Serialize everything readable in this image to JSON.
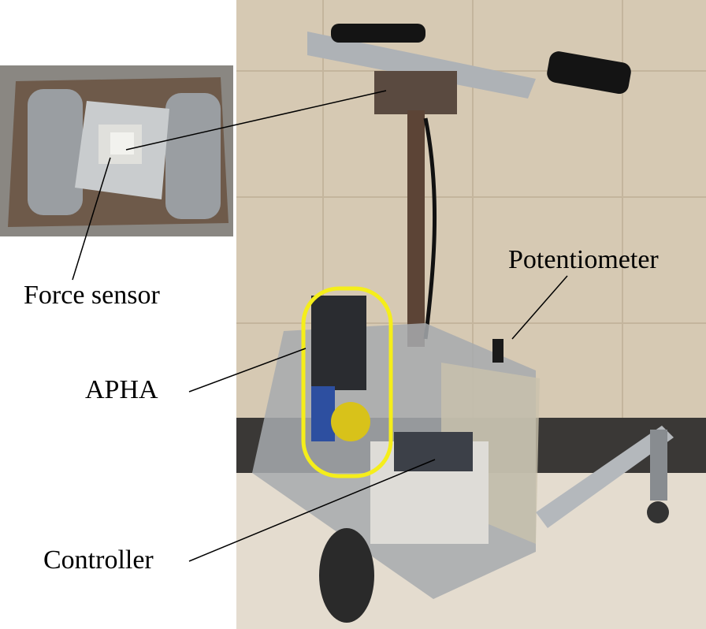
{
  "labels": {
    "force_sensor": "Force sensor",
    "apha": "APHA",
    "potentiometer": "Potentiometer",
    "controller": "Controller"
  },
  "colors": {
    "highlight": "#f5ee1a",
    "wall": "#d9ccb7",
    "floor": "#e6ded2",
    "aluminum": "#b8bcc0"
  }
}
